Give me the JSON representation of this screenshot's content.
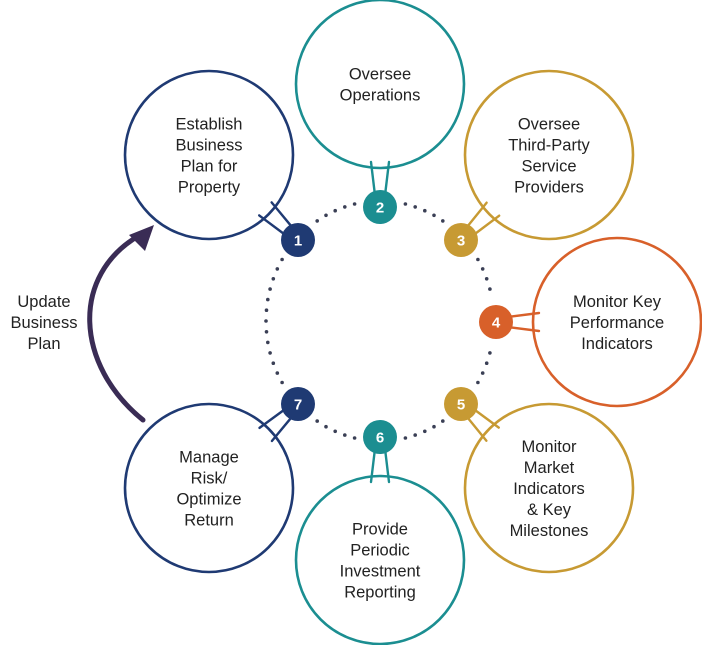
{
  "update_label": [
    "Update",
    "Business",
    "Plan"
  ],
  "steps": [
    {
      "num": "1",
      "color": "#1f3a73",
      "lines": [
        "Establish",
        "Business",
        "Plan for",
        "Property"
      ]
    },
    {
      "num": "2",
      "color": "#1b8e91",
      "lines": [
        "Oversee",
        "Operations"
      ]
    },
    {
      "num": "3",
      "color": "#c79a33",
      "lines": [
        "Oversee",
        "Third-Party",
        "Service",
        "Providers"
      ]
    },
    {
      "num": "4",
      "color": "#d8602a",
      "lines": [
        "Monitor Key",
        "Performance",
        "Indicators"
      ]
    },
    {
      "num": "5",
      "color": "#c79a33",
      "lines": [
        "Monitor",
        "Market",
        "Indicators",
        "& Key",
        "Milestones"
      ]
    },
    {
      "num": "6",
      "color": "#1b8e91",
      "lines": [
        "Provide",
        "Periodic",
        "Investment",
        "Reporting"
      ]
    },
    {
      "num": "7",
      "color": "#1f3a73",
      "lines": [
        "Manage",
        "Risk/",
        "Optimize",
        "Return"
      ]
    }
  ],
  "colors": {
    "dots": "#3a3f55",
    "arrow": "#3a2c55",
    "text": "#222222"
  }
}
